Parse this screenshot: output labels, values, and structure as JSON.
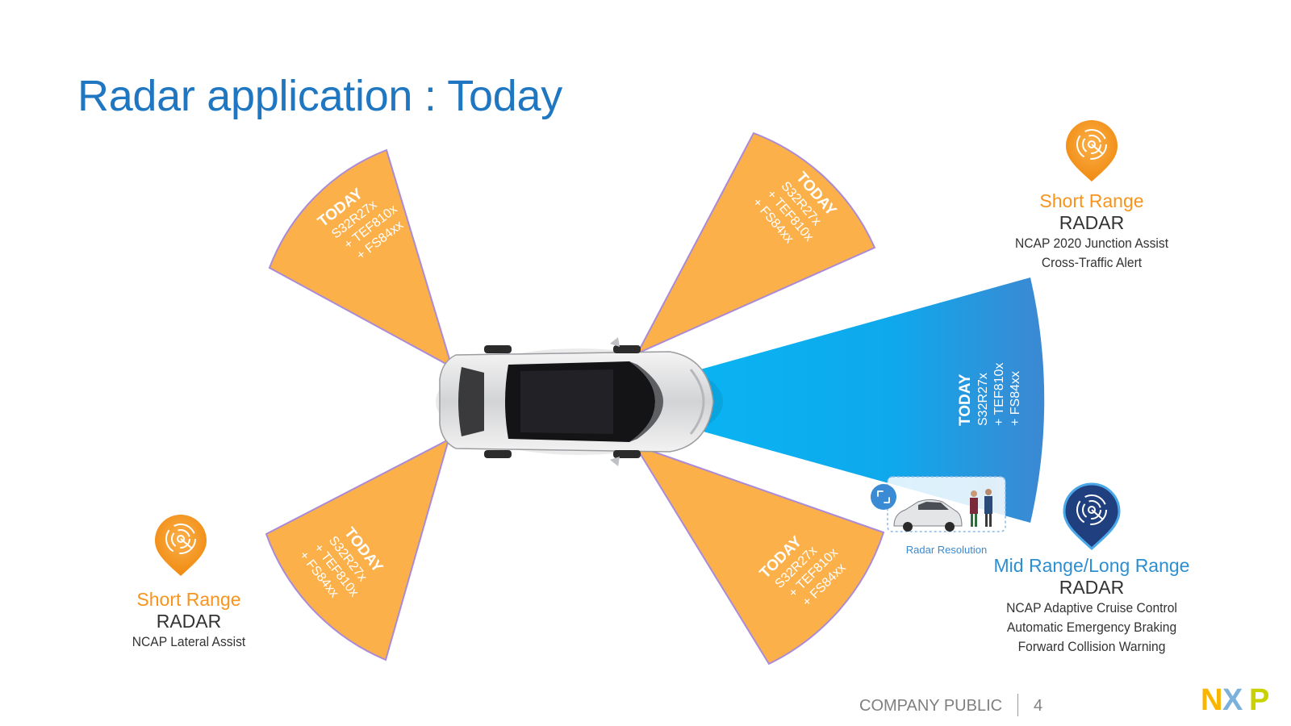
{
  "slide": {
    "title": "Radar application : Today"
  },
  "zones": {
    "today_label": "TODAY",
    "chip_lines": [
      "S32R27x",
      "+ TEF810x",
      "+ FS84xx"
    ]
  },
  "info_blocks": {
    "short_range_top": {
      "kind": "Short Range",
      "radar": "RADAR",
      "lines": [
        "NCAP 2020 Junction Assist",
        "Cross-Traffic Alert"
      ]
    },
    "short_range_bottom": {
      "kind": "Short Range",
      "radar": "RADAR",
      "lines": [
        "NCAP Lateral Assist"
      ]
    },
    "mid_long_range": {
      "kind": "Mid Range/Long Range",
      "radar": "RADAR",
      "lines": [
        "NCAP Adaptive Cruise Control",
        "Automatic Emergency Braking",
        "Forward Collision Warning"
      ]
    }
  },
  "inset": {
    "caption": "Radar Resolution"
  },
  "footer": {
    "classification": "COMPANY PUBLIC",
    "page_number": "4"
  },
  "logo": {
    "text": "NXP"
  },
  "colors": {
    "title_blue": "#1f77c2",
    "sector_orange": "#fbb04a",
    "sector_outline": "#a98bd8",
    "beam_blue_start": "#0aaff0",
    "beam_blue_end": "#3a8bd4",
    "short_range_pin": "#f7941d",
    "long_range_pin": "#1f3f7f"
  },
  "icons": [
    "radar-pin-icon",
    "radar-pin-icon",
    "radar-pin-icon",
    "expand-icon"
  ]
}
